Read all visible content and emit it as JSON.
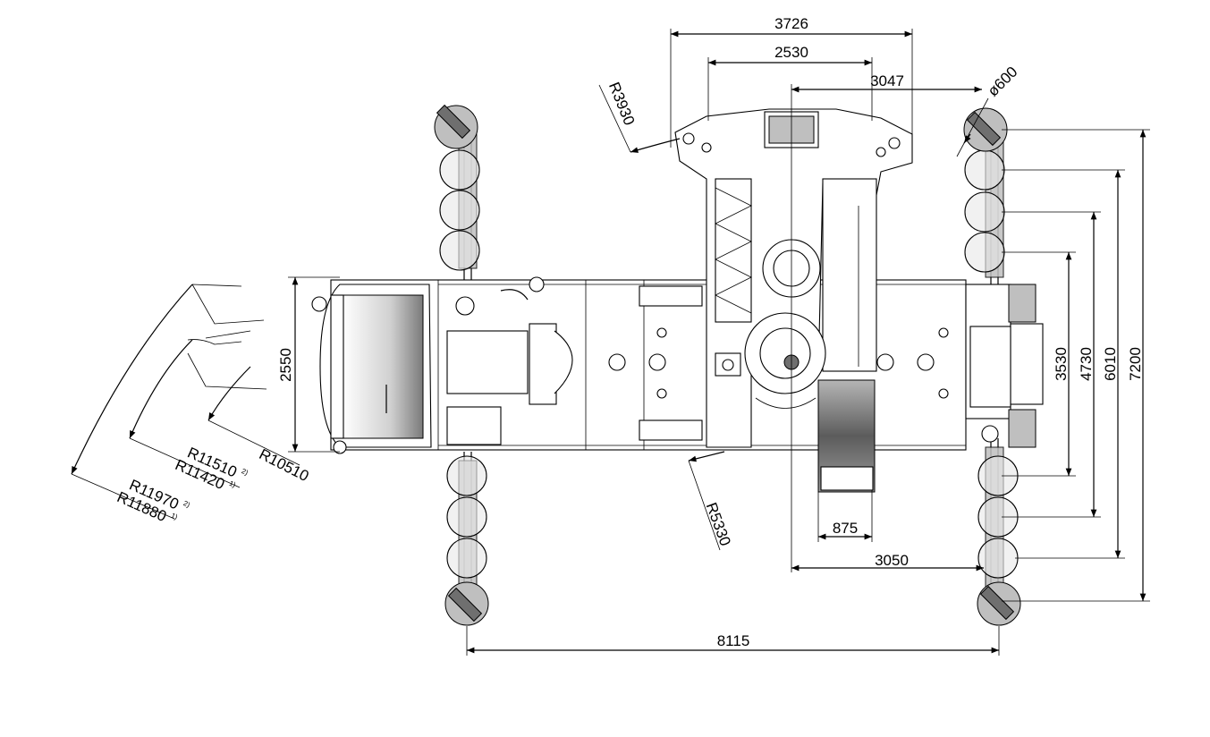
{
  "dimensions": {
    "d3726": "3726",
    "d2530": "2530",
    "d3047": "3047",
    "d600": "ø600",
    "d2550": "2550",
    "d3530": "3530",
    "d4730": "4730",
    "d6010": "6010",
    "d7200": "7200",
    "d875": "875",
    "d3050": "3050",
    "d8115": "8115",
    "r3930": "R3930",
    "r5330": "R5330",
    "r10510": "R10510",
    "r11510": "R11510",
    "r11420": "R11420",
    "r11970": "R11970",
    "r11880": "R11880",
    "fn2": "2)",
    "fn1": "1)"
  }
}
